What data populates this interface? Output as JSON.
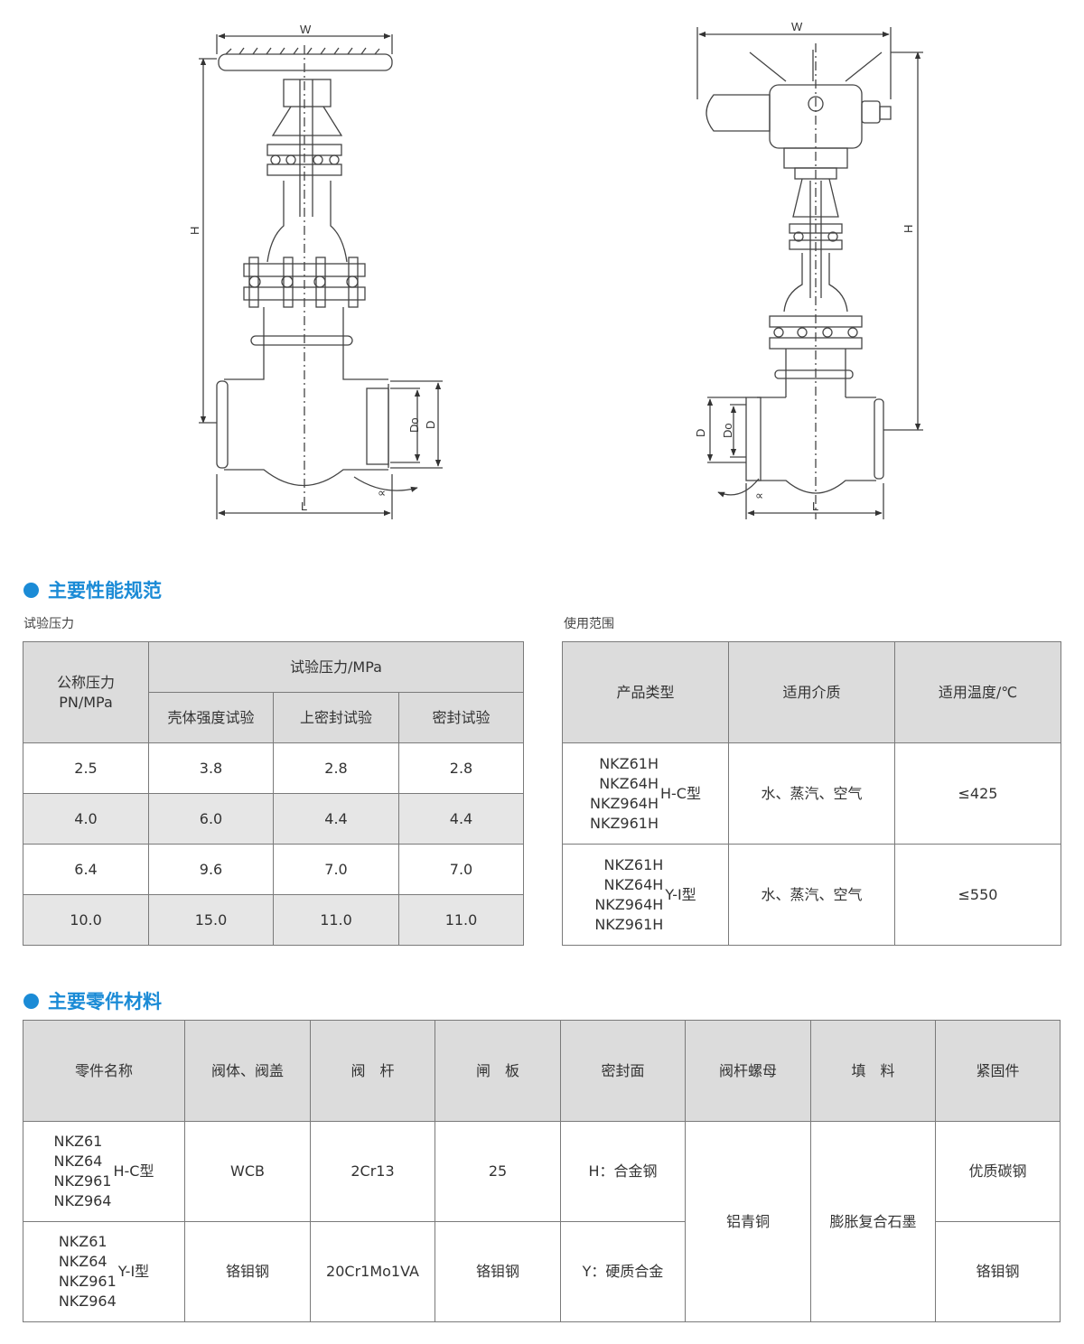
{
  "drawing_labels": {
    "w": "W",
    "h": "H",
    "l": "L",
    "d": "D",
    "d0": "Do",
    "alpha": "∝"
  },
  "section1": {
    "title": "主要性能规范"
  },
  "test_pressure": {
    "caption": "试验压力",
    "col_nominal": "公称压力",
    "col_nominal_unit": "PN/MPa",
    "col_group": "试验压力/MPa",
    "sub_cols": [
      "壳体强度试验",
      "上密封试验",
      "密封试验"
    ],
    "rows": [
      [
        "2.5",
        "3.8",
        "2.8",
        "2.8"
      ],
      [
        "4.0",
        "6.0",
        "4.4",
        "4.4"
      ],
      [
        "6.4",
        "9.6",
        "7.0",
        "7.0"
      ],
      [
        "10.0",
        "15.0",
        "11.0",
        "11.0"
      ]
    ]
  },
  "usage": {
    "caption": "使用范围",
    "headers": [
      "产品类型",
      "适用介质",
      "适用温度/℃"
    ],
    "rows": [
      {
        "models": [
          "NKZ61H",
          "NKZ64H",
          "NKZ964H",
          "NKZ961H"
        ],
        "type": "H-C型",
        "medium": "水、蒸汽、空气",
        "temp": "≤425"
      },
      {
        "models": [
          "NKZ61H",
          "NKZ64H",
          "NKZ964H",
          "NKZ961H"
        ],
        "type": "Y-I型",
        "medium": "水、蒸汽、空气",
        "temp": "≤550"
      }
    ]
  },
  "section2": {
    "title": "主要零件材料"
  },
  "materials": {
    "headers": [
      "零件名称",
      "阀体、阀盖",
      "阀　杆",
      "闸　板",
      "密封面",
      "阀杆螺母",
      "填　料",
      "紧固件"
    ],
    "rows": [
      {
        "models": [
          "NKZ61",
          "NKZ64",
          "NKZ961",
          "NKZ964"
        ],
        "type": "H-C型",
        "body": "WCB",
        "stem": "2Cr13",
        "gate": "25",
        "seal": "H：合金钢",
        "fastener": "优质碳钢"
      },
      {
        "models": [
          "NKZ61",
          "NKZ64",
          "NKZ961",
          "NKZ964"
        ],
        "type": "Y-I型",
        "body": "铬钼钢",
        "stem": "20Cr1Mo1VA",
        "gate": "铬钼钢",
        "seal": "Y：硬质合金",
        "fastener": "铬钼钢"
      }
    ],
    "stem_nut": "铝青铜",
    "packing": "膨胀复合石墨"
  }
}
